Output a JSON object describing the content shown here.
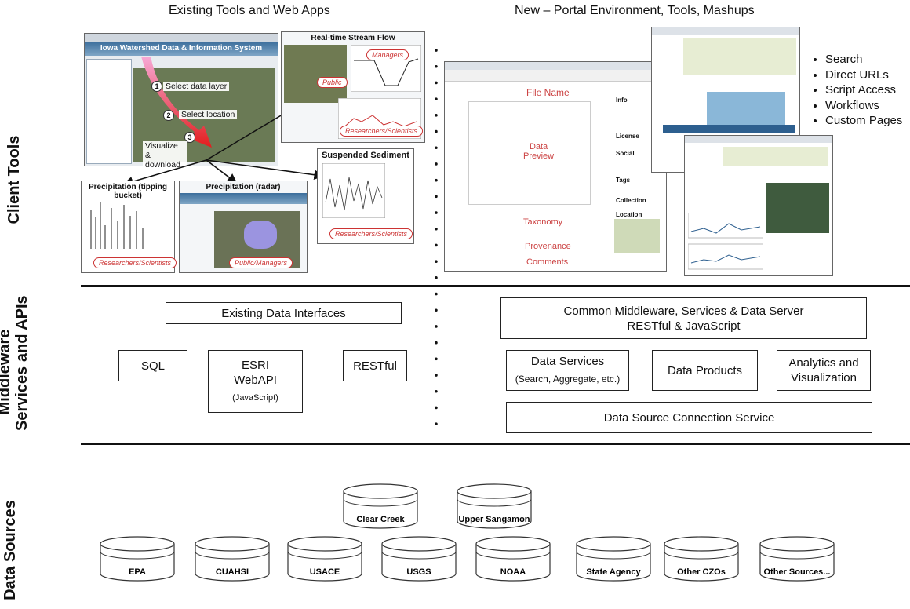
{
  "layers": {
    "client_tools": "Client Tools",
    "middleware": [
      "Middleware",
      "Services and APIs"
    ],
    "data_sources": "Data Sources"
  },
  "headings": {
    "existing": "Existing Tools and Web Apps",
    "new": "New – Portal Environment, Tools, Mashups"
  },
  "screens": {
    "iowa": {
      "title": "Iowa Watershed Data & Information System",
      "steps": [
        {
          "num": "1",
          "label": "Select data layer"
        },
        {
          "num": "2",
          "label": "Select location"
        },
        {
          "num": "3",
          "label": "Visualize & download"
        }
      ]
    },
    "streamflow": {
      "title": "Real-time Stream Flow",
      "tags": [
        "Managers",
        "Public",
        "Researchers/Scientists"
      ]
    },
    "precip_bucket": {
      "title": "Precipitation (tipping bucket)",
      "tag": "Researchers/Scientists"
    },
    "precip_radar": {
      "title": "Precipitation (radar)",
      "tag": "Public/Managers"
    },
    "sediment": {
      "title": "Suspended Sediment",
      "tag": "Researchers/Scientists"
    },
    "portal": {
      "file_name": "File Name",
      "data_preview": [
        "Data",
        "Preview"
      ],
      "taxonomy": "Taxonomy",
      "provenance": "Provenance",
      "comments": "Comments",
      "side_sections": [
        "Info",
        "License",
        "Social",
        "Tags",
        "Collection",
        "Location"
      ]
    }
  },
  "portal_features": [
    "Search",
    "Direct URLs",
    "Script Access",
    "Workflows",
    "Custom Pages"
  ],
  "middleware": {
    "existing_interfaces": "Existing Data Interfaces",
    "sql": "SQL",
    "esri": {
      "line1": "ESRI",
      "line2": "WebAPI",
      "sub": "(JavaScript)"
    },
    "restful": "RESTful",
    "common": {
      "line1": "Common Middleware, Services & Data Server",
      "line2": "RESTful & JavaScript"
    },
    "data_services": {
      "label": "Data Services",
      "sub": "(Search, Aggregate, etc.)"
    },
    "data_products": "Data Products",
    "analytics": {
      "line1": "Analytics and",
      "line2": "Visualization"
    },
    "connection": "Data Source Connection Service"
  },
  "data_sources": {
    "top": [
      "Clear Creek",
      "Upper Sangamon"
    ],
    "bottom": [
      "EPA",
      "CUAHSI",
      "USACE",
      "USGS",
      "NOAA",
      "State Agency",
      "Other CZOs",
      "Other Sources..."
    ]
  }
}
